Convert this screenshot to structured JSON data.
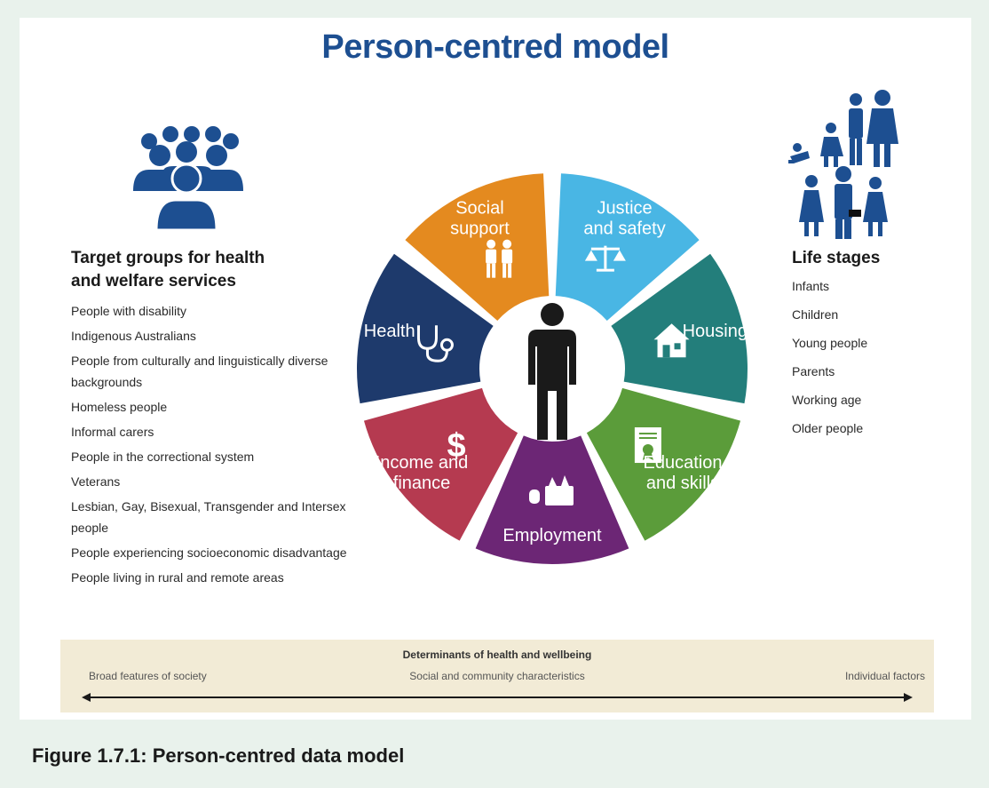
{
  "title": "Person-centred model",
  "caption": "Figure 1.7.1: Person-centred data model",
  "target_groups": {
    "heading_line1": "Target groups for health",
    "heading_line2": "and welfare services",
    "items": [
      "People with disability",
      "Indigenous Australians",
      "People from culturally and linguistically diverse backgrounds",
      "Homeless people",
      "Informal carers",
      "People in the correctional system",
      "Veterans",
      "Lesbian, Gay, Bisexual, Transgender and Intersex people",
      "People experiencing socioeconomic disadvantage",
      "People living in rural and remote areas"
    ]
  },
  "life_stages": {
    "heading": "Life stages",
    "items": [
      "Infants",
      "Children",
      "Young people",
      "Parents",
      "Working age",
      "Older people"
    ]
  },
  "segments": [
    {
      "lines": [
        "Justice",
        "and safety"
      ],
      "color": "#49b6e4",
      "icon": "scales-icon"
    },
    {
      "lines": [
        "Housing"
      ],
      "color": "#237e7b",
      "icon": "house-icon"
    },
    {
      "lines": [
        "Education",
        "and skills"
      ],
      "color": "#5b9c3a",
      "icon": "certificate-icon"
    },
    {
      "lines": [
        "Employment"
      ],
      "color": "#6c2675",
      "icon": "toolbox-icon"
    },
    {
      "lines": [
        "Income and",
        "finance"
      ],
      "color": "#b53a50",
      "icon": "dollar-icon"
    },
    {
      "lines": [
        "Health"
      ],
      "color": "#1e3a6c",
      "icon": "stethoscope-icon"
    },
    {
      "lines": [
        "Social",
        "support"
      ],
      "color": "#e48a1f",
      "icon": "people-icon"
    }
  ],
  "center_icon": "person-icon",
  "determinants": {
    "title": "Determinants of health and wellbeing",
    "left": "Broad features of society",
    "middle": "Social and community characteristics",
    "right": "Individual factors"
  },
  "colors": {
    "title_blue": "#1d4f91",
    "group_icon_blue": "#1d4f91",
    "band": "#f2ebd6",
    "background": "#e9f2ec"
  }
}
